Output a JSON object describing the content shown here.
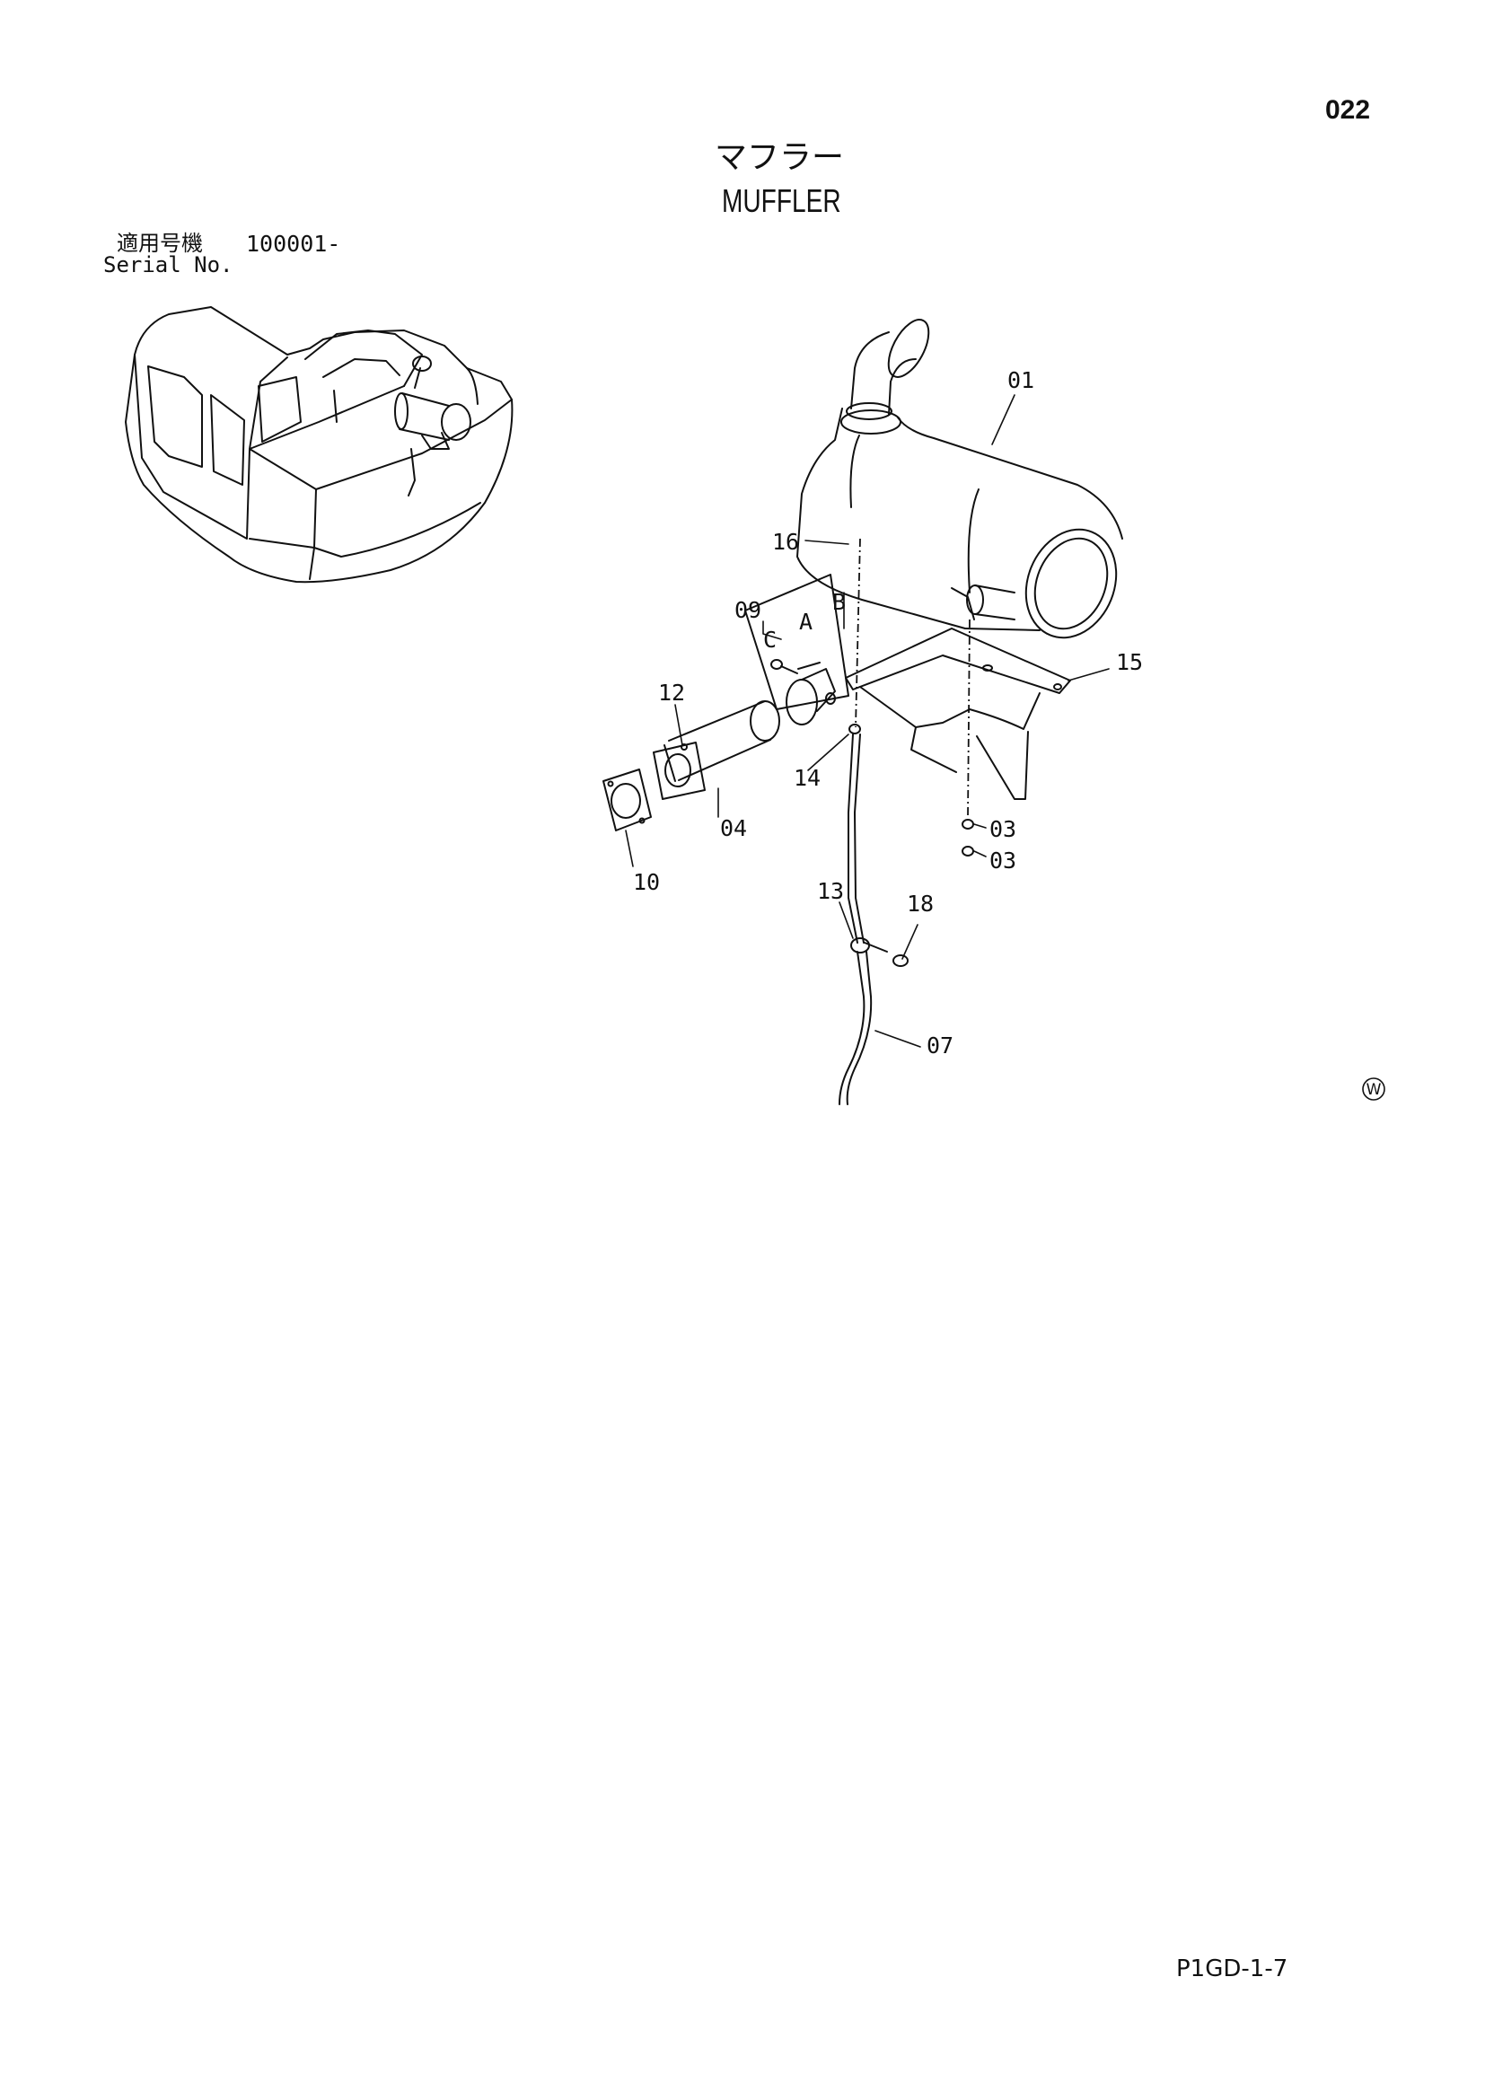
{
  "page_number": "022",
  "title_jp": "マフラー",
  "title_en": "MUFFLER",
  "serial": {
    "label_jp": "適用号機",
    "range": "100001-",
    "label_en": "Serial No."
  },
  "callouts": {
    "c01": "01",
    "c16": "16",
    "c09": "09",
    "cA": "A",
    "cB": "B",
    "cC": "C",
    "c15": "15",
    "c12": "12",
    "c14": "14",
    "c04": "04",
    "c10": "10",
    "c03a": "03",
    "c03b": "03",
    "c13": "13",
    "c18": "18",
    "c07": "07"
  },
  "watermark": "W",
  "footer_code": "P1GD-1-7"
}
